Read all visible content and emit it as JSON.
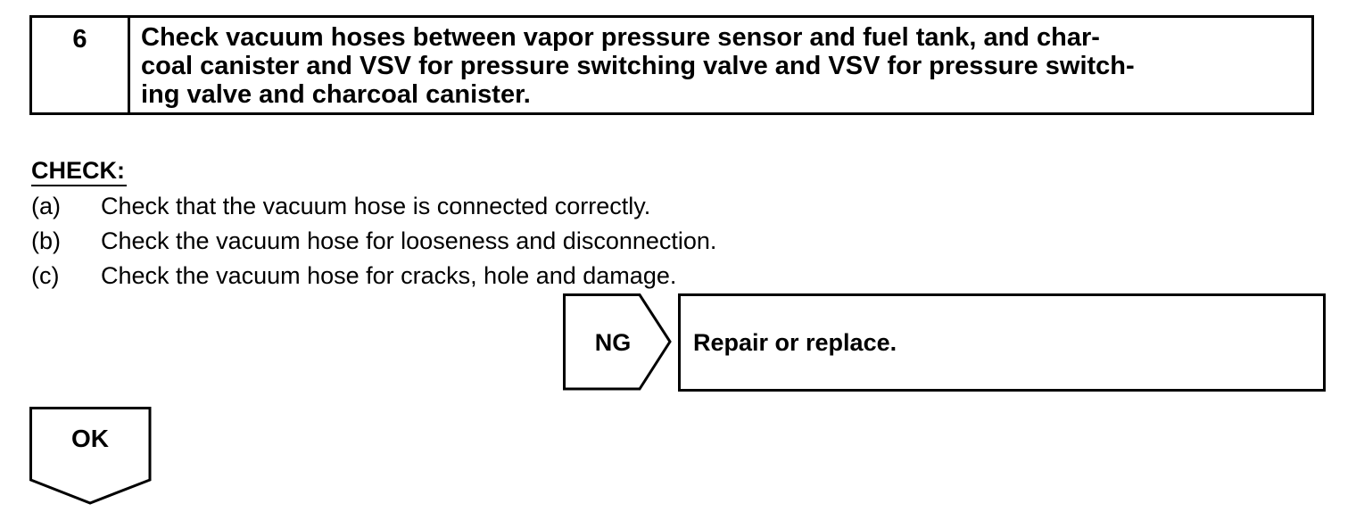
{
  "step": {
    "number": "6",
    "line1": "Check vacuum hoses between vapor pressure sensor and fuel tank, and char-",
    "line2": "coal canister and VSV for pressure switching valve and VSV for pressure switch-",
    "line3": "ing valve and charcoal canister."
  },
  "check": {
    "heading": "CHECK:",
    "items": [
      {
        "marker": "(a)",
        "text": "Check that the vacuum hose is connected correctly."
      },
      {
        "marker": "(b)",
        "text": "Check the vacuum hose for looseness and disconnection."
      },
      {
        "marker": "(c)",
        "text": "Check the vacuum hose for cracks, hole and damage."
      }
    ]
  },
  "ng_branch": {
    "label": "NG",
    "result": "Repair or replace."
  },
  "ok_branch": {
    "label": "OK"
  }
}
